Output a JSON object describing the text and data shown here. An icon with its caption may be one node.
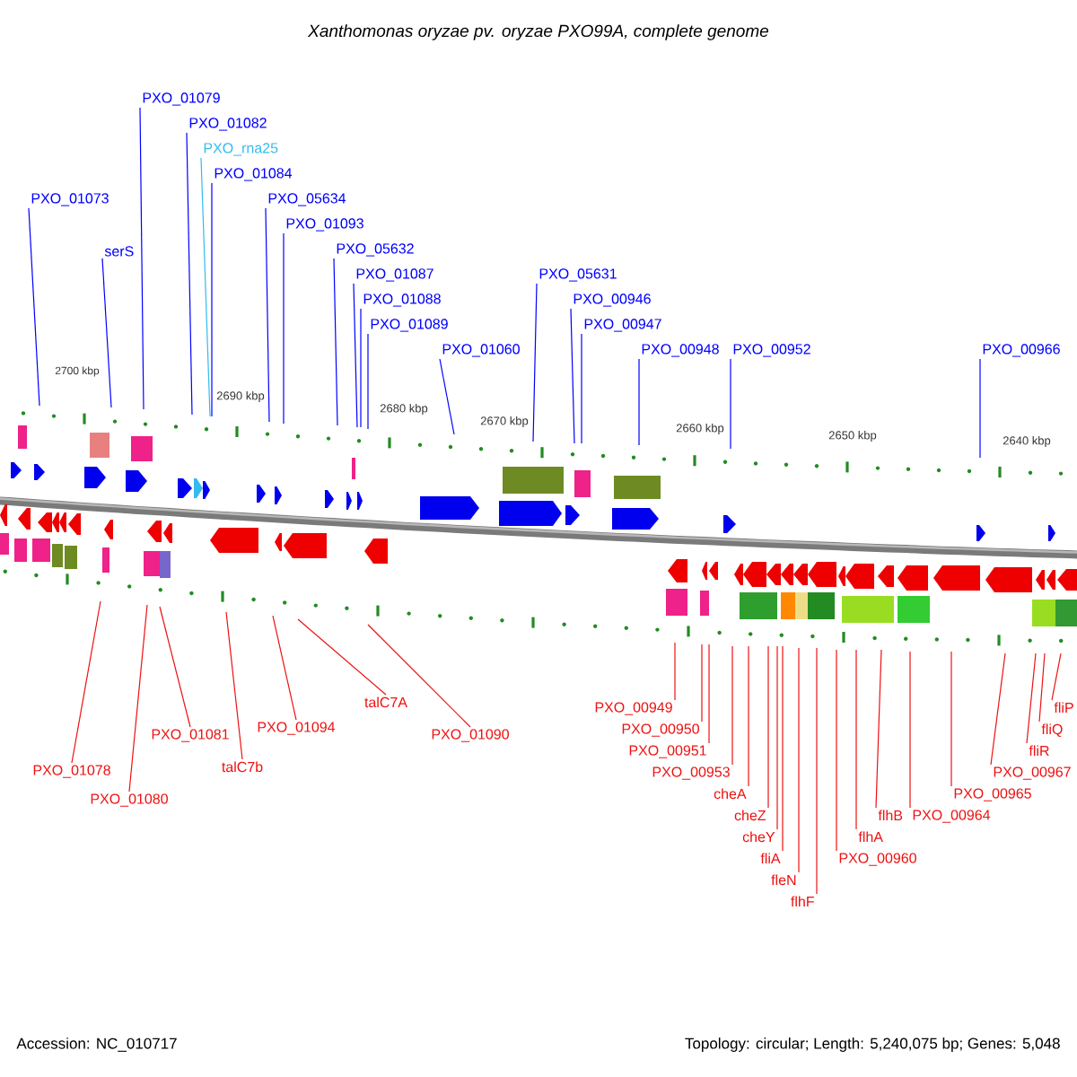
{
  "diagram": {
    "title": "Xanthomonas oryzae pv. oryzae PXO99A, complete genome",
    "nodes": [
      {
        "text": [
          "PXO_01079"
        ]
      },
      {
        "text": [
          "PXO_01082"
        ]
      },
      {
        "text": [
          "PXO_rna25"
        ]
      },
      {
        "text": [
          "PXO_01084"
        ]
      },
      {
        "text": [
          "PXO_01073"
        ]
      },
      {
        "text": [
          "PXO_05634"
        ]
      },
      {
        "text": [
          "PXO_01093"
        ]
      },
      {
        "text": [
          "serS"
        ]
      },
      {
        "text": [
          "PXO_05632"
        ]
      },
      {
        "text": [
          "PXO_01087"
        ]
      },
      {
        "text": [
          "PXO_05631"
        ]
      },
      {
        "text": [
          "PXO_01088"
        ]
      },
      {
        "text": [
          "PXO_00946"
        ]
      },
      {
        "text": [
          "PXO_01089"
        ]
      },
      {
        "text": [
          "PXO_00947"
        ]
      },
      {
        "text": [
          "PXO_01060"
        ]
      },
      {
        "text": [
          "PXO_00948"
        ]
      },
      {
        "text": [
          "PXO_00952"
        ]
      },
      {
        "text": [
          "PXO_00966"
        ]
      },
      {
        "text": [
          "PXO_00949"
        ]
      },
      {
        "text": [
          "PXO_00950"
        ]
      },
      {
        "text": [
          "PXO_00951"
        ]
      },
      {
        "text": [
          "PXO_00953"
        ]
      },
      {
        "text": [
          "cheA"
        ]
      },
      {
        "text": [
          "cheZ"
        ]
      },
      {
        "text": [
          "cheY"
        ]
      },
      {
        "text": [
          "fliA"
        ]
      },
      {
        "text": [
          "fleN"
        ]
      },
      {
        "text": [
          "flhF"
        ]
      },
      {
        "text": [
          "fliP"
        ]
      },
      {
        "text": [
          "fliQ"
        ]
      },
      {
        "text": [
          "fliR"
        ]
      },
      {
        "text": [
          "PXO_00967"
        ]
      },
      {
        "text": [
          "PXO_00965"
        ]
      },
      {
        "text": [
          "PXO_00964"
        ]
      },
      {
        "text": [
          "flhB"
        ]
      },
      {
        "text": [
          "flhA"
        ]
      },
      {
        "text": [
          "PXO_00960"
        ]
      },
      {
        "text": [
          "talC7A"
        ]
      },
      {
        "text": [
          "PXO_01090"
        ]
      },
      {
        "text": [
          "PXO_01094"
        ]
      },
      {
        "text": [
          "PXO_01081"
        ]
      },
      {
        "text": [
          "talC7b"
        ]
      },
      {
        "text": [
          "PXO_01078"
        ]
      },
      {
        "text": [
          "PXO_01080"
        ]
      }
    ],
    "edges": [
      {
        "from": 0,
        "to": null,
        "arrow": "none",
        "color": "#0000ff"
      },
      {
        "from": 1,
        "to": null,
        "arrow": "none",
        "color": "#0000ff"
      },
      {
        "from": 2,
        "to": null,
        "arrow": "none",
        "color": "#33bbee"
      },
      {
        "from": 3,
        "to": null,
        "arrow": "none",
        "color": "#0000ff"
      },
      {
        "from": 4,
        "to": null,
        "arrow": "none",
        "color": "#0000ff"
      },
      {
        "from": 5,
        "to": null,
        "arrow": "none",
        "color": "#0000ff"
      },
      {
        "from": 6,
        "to": null,
        "arrow": "none",
        "color": "#0000ff"
      },
      {
        "from": 7,
        "to": null,
        "arrow": "none",
        "color": "#0000ff"
      },
      {
        "from": 8,
        "to": null,
        "arrow": "none",
        "color": "#0000ff"
      },
      {
        "from": 9,
        "to": null,
        "arrow": "none",
        "color": "#0000ff"
      },
      {
        "from": 10,
        "to": null,
        "arrow": "none",
        "color": "#0000ff"
      },
      {
        "from": 11,
        "to": null,
        "arrow": "none",
        "color": "#0000ff"
      },
      {
        "from": 12,
        "to": null,
        "arrow": "none",
        "color": "#0000ff"
      },
      {
        "from": 13,
        "to": null,
        "arrow": "none",
        "color": "#0000ff"
      },
      {
        "from": 14,
        "to": null,
        "arrow": "none",
        "color": "#0000ff"
      },
      {
        "from": 15,
        "to": null,
        "arrow": "none",
        "color": "#0000ff"
      },
      {
        "from": 16,
        "to": null,
        "arrow": "none",
        "color": "#0000ff"
      },
      {
        "from": 17,
        "to": null,
        "arrow": "none",
        "color": "#0000ff"
      },
      {
        "from": 18,
        "to": null,
        "arrow": "none",
        "color": "#0000ff"
      },
      {
        "from": 19,
        "to": null,
        "arrow": "none"
      },
      {
        "from": 20,
        "to": null,
        "arrow": "none"
      },
      {
        "from": 21,
        "to": null,
        "arrow": "none"
      },
      {
        "from": 22,
        "to": null,
        "arrow": "none"
      },
      {
        "from": 23,
        "to": null,
        "arrow": "none"
      },
      {
        "from": 24,
        "to": null,
        "arrow": "none"
      },
      {
        "from": 25,
        "to": null,
        "arrow": "none"
      },
      {
        "from": 26,
        "to": null,
        "arrow": "none"
      },
      {
        "from": 27,
        "to": null,
        "arrow": "none"
      },
      {
        "from": 28,
        "to": null,
        "arrow": "none"
      },
      {
        "from": 29,
        "to": null,
        "arrow": "none"
      },
      {
        "from": 30,
        "to": null,
        "arrow": "none"
      },
      {
        "from": 31,
        "to": null,
        "arrow": "none"
      },
      {
        "from": 32,
        "to": null,
        "arrow": "none"
      },
      {
        "from": 33,
        "to": null,
        "arrow": "none"
      },
      {
        "from": 34,
        "to": null,
        "arrow": "none"
      },
      {
        "from": 35,
        "to": null,
        "arrow": "none"
      },
      {
        "from": 36,
        "to": null,
        "arrow": "none"
      },
      {
        "from": 37,
        "to": null,
        "arrow": "none"
      },
      {
        "from": 38,
        "to": null,
        "arrow": "none"
      },
      {
        "from": 39,
        "to": null,
        "arrow": "none"
      },
      {
        "from": 40,
        "to": null,
        "arrow": "none"
      },
      {
        "from": 41,
        "to": null,
        "arrow": "none"
      },
      {
        "from": 42,
        "to": null,
        "arrow": "none"
      },
      {
        "from": 43,
        "to": null,
        "arrow": "none"
      },
      {
        "from": 44,
        "to": null,
        "arrow": "none"
      }
    ],
    "labels": [
      "2700 kbp",
      "2690 kbp",
      "2680 kbp",
      "2670 kbp",
      "2660 kbp",
      "2650 kbp",
      "2640 kbp",
      "Accession: NC_010717",
      "Topology: circular; Length: 5,240,075 bp; Genes: 5,048"
    ]
  }
}
